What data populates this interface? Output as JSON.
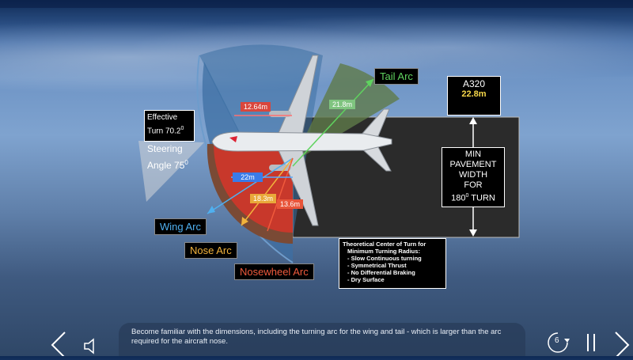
{
  "aircraft": {
    "model": "A320",
    "pavement_width": "22.8m"
  },
  "pavement_box": {
    "line1": "MIN",
    "line2": "PAVEMENT",
    "line3": "WIDTH",
    "line4": "FOR",
    "line5_prefix": "180",
    "line5_sup": "0",
    "line5_suffix": " TURN"
  },
  "effective_turn": {
    "line1": "Effective",
    "line2_prefix": "Turn 70.2",
    "line2_sup": "0"
  },
  "steering": {
    "line1": "Steering",
    "line2_prefix": "Angle 75",
    "line2_sup": "0"
  },
  "labels": {
    "tail_arc": "Tail Arc",
    "wing_arc": "Wing Arc",
    "nose_arc": "Nose Arc",
    "nosewheel_arc": "Nosewheel Arc"
  },
  "measurements": {
    "m1264": "12.64m",
    "m218": "21.8m",
    "m22": "22m",
    "m183": "18.3m",
    "m136": "13.6m"
  },
  "theory": {
    "title1": "Theoretical Center of Turn for",
    "title2": "Minimum Turning Radius:",
    "items": [
      "- Slow Continuous turning",
      "- Symmetrical Thrust",
      "- No Differential Braking",
      "- Dry Surface"
    ]
  },
  "footer": {
    "text": "Become familiar with the dimensions, including the turning arc for the wing and tail - which is larger than the arc required for the aircraft nose.",
    "page": "6"
  },
  "colors": {
    "wing_arc": "#3d6fa3",
    "nose_arc": "#c8382b",
    "nosewheel_arc": "#7a4a35",
    "tail_arc": "#5f7a4a",
    "pavement": "#2b2b2b",
    "tail_label": "#5fd35f",
    "nose_label": "#f2b33c",
    "nosewheel_label": "#f05a3c",
    "wing_label": "#4fb0f0"
  }
}
